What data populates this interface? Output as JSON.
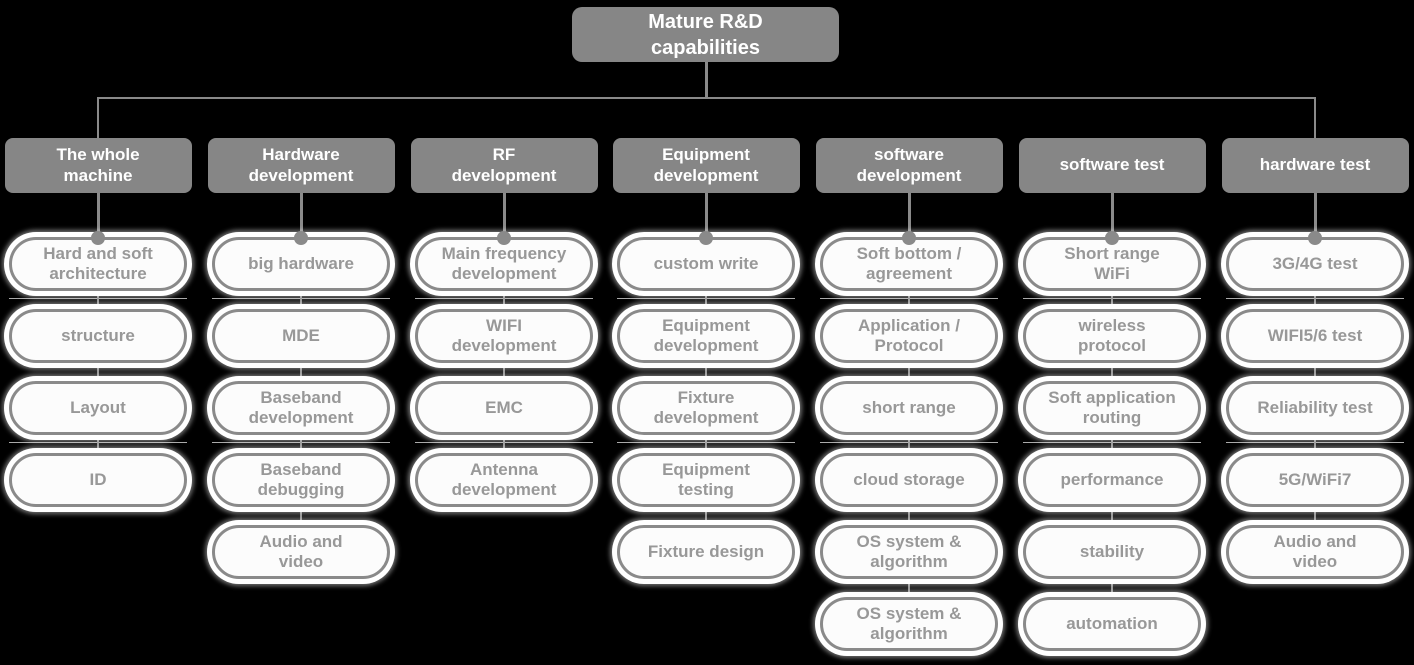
{
  "root": {
    "label": "Mature R&D\ncapabilities"
  },
  "colors": {
    "background": "#000000",
    "node_gray": "#868686",
    "line_gray": "#8a8a8a",
    "pill_fill": "#fcfcfc",
    "pill_border": "#8a8a8a",
    "pill_text": "#989898",
    "header_text": "#ffffff",
    "halo": "#ffffff"
  },
  "columns": [
    {
      "header": "The whole\nmachine",
      "items": [
        "Hard and soft\narchitecture",
        "structure",
        "Layout",
        "ID"
      ]
    },
    {
      "header": "Hardware\ndevelopment",
      "items": [
        "big hardware",
        "MDE",
        "Baseband\ndevelopment",
        "Baseband\ndebugging",
        "Audio and\nvideo"
      ]
    },
    {
      "header": "RF\ndevelopment",
      "items": [
        "Main frequency\ndevelopment",
        "WIFI\ndevelopment",
        "EMC",
        "Antenna\ndevelopment"
      ]
    },
    {
      "header": "Equipment\ndevelopment",
      "items": [
        "custom write",
        "Equipment\ndevelopment",
        "Fixture\ndevelopment",
        "Equipment\ntesting",
        "Fixture design"
      ]
    },
    {
      "header": "software\ndevelopment",
      "items": [
        "Soft bottom /\nagreement",
        "Application /\nProtocol",
        "short range",
        "cloud storage",
        "OS system &\nalgorithm",
        "OS system &\nalgorithm"
      ]
    },
    {
      "header": "software test",
      "items": [
        "Short range\nWiFi",
        "wireless\nprotocol",
        "Soft application\nrouting",
        "performance",
        "stability",
        "automation"
      ]
    },
    {
      "header": "hardware test",
      "items": [
        "3G/4G test",
        "WIFI5/6 test",
        "Reliability test",
        "5G/WiFi7",
        "Audio and\nvideo"
      ]
    }
  ]
}
